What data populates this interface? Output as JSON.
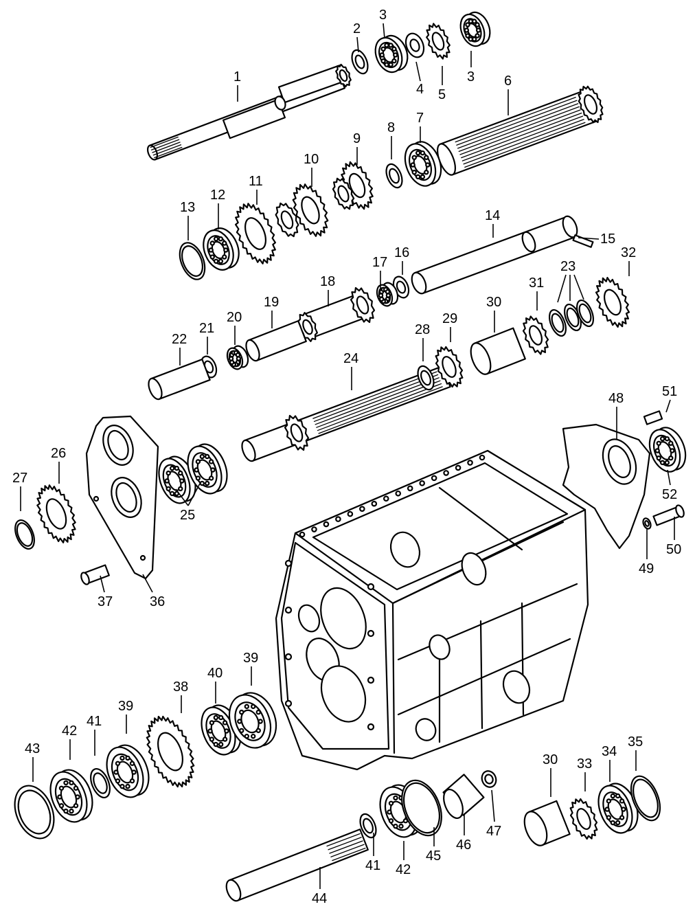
{
  "labels": [
    {
      "id": "1",
      "text": "1"
    },
    {
      "id": "2",
      "text": "2"
    },
    {
      "id": "3a",
      "text": "3"
    },
    {
      "id": "3b",
      "text": "3"
    },
    {
      "id": "4",
      "text": "4"
    },
    {
      "id": "5",
      "text": "5"
    },
    {
      "id": "6",
      "text": "6"
    },
    {
      "id": "7",
      "text": "7"
    },
    {
      "id": "8",
      "text": "8"
    },
    {
      "id": "9",
      "text": "9"
    },
    {
      "id": "10",
      "text": "10"
    },
    {
      "id": "11",
      "text": "11"
    },
    {
      "id": "12",
      "text": "12"
    },
    {
      "id": "13",
      "text": "13"
    },
    {
      "id": "14",
      "text": "14"
    },
    {
      "id": "15",
      "text": "15"
    },
    {
      "id": "16",
      "text": "16"
    },
    {
      "id": "17",
      "text": "17"
    },
    {
      "id": "18",
      "text": "18"
    },
    {
      "id": "19",
      "text": "19"
    },
    {
      "id": "20",
      "text": "20"
    },
    {
      "id": "21",
      "text": "21"
    },
    {
      "id": "22",
      "text": "22"
    },
    {
      "id": "23",
      "text": "23"
    },
    {
      "id": "24",
      "text": "24"
    },
    {
      "id": "25",
      "text": "25"
    },
    {
      "id": "26",
      "text": "26"
    },
    {
      "id": "27",
      "text": "27"
    },
    {
      "id": "28",
      "text": "28"
    },
    {
      "id": "29",
      "text": "29"
    },
    {
      "id": "30a",
      "text": "30"
    },
    {
      "id": "30b",
      "text": "30"
    },
    {
      "id": "31",
      "text": "31"
    },
    {
      "id": "32",
      "text": "32"
    },
    {
      "id": "33",
      "text": "33"
    },
    {
      "id": "34",
      "text": "34"
    },
    {
      "id": "35",
      "text": "35"
    },
    {
      "id": "36",
      "text": "36"
    },
    {
      "id": "37",
      "text": "37"
    },
    {
      "id": "38",
      "text": "38"
    },
    {
      "id": "39a",
      "text": "39"
    },
    {
      "id": "39b",
      "text": "39"
    },
    {
      "id": "40",
      "text": "40"
    },
    {
      "id": "41a",
      "text": "41"
    },
    {
      "id": "41b",
      "text": "41"
    },
    {
      "id": "42a",
      "text": "42"
    },
    {
      "id": "42b",
      "text": "42"
    },
    {
      "id": "43",
      "text": "43"
    },
    {
      "id": "44",
      "text": "44"
    },
    {
      "id": "45",
      "text": "45"
    },
    {
      "id": "46",
      "text": "46"
    },
    {
      "id": "47",
      "text": "47"
    },
    {
      "id": "48",
      "text": "48"
    },
    {
      "id": "49",
      "text": "49"
    },
    {
      "id": "50",
      "text": "50"
    },
    {
      "id": "51",
      "text": "51"
    },
    {
      "id": "52",
      "text": "52"
    }
  ]
}
